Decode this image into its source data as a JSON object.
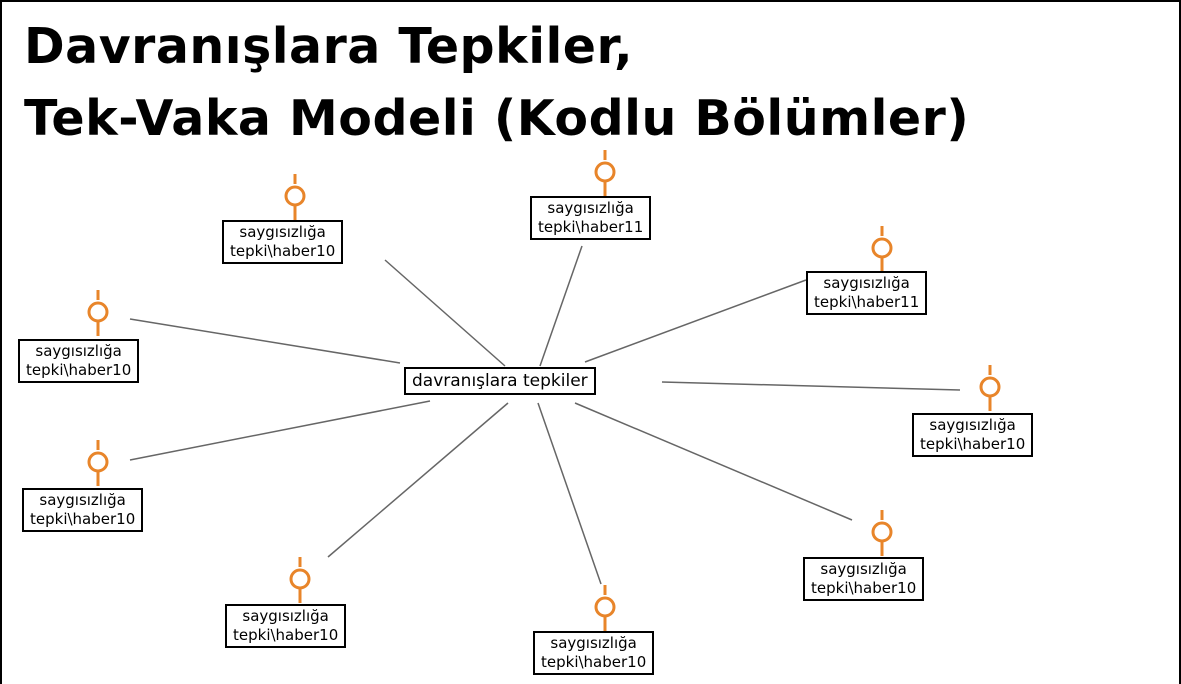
{
  "title_line1": "Davranışlara Tepkiler,",
  "title_line2": "Tek-Vaka Modeli (Kodlu Bölümler)",
  "center": {
    "label": "davranışlara tepkiler"
  },
  "nodes": [
    {
      "line1": "saygısızlığa",
      "line2": "tepki\\haber10"
    },
    {
      "line1": "saygısızlığa",
      "line2": "tepki\\haber11"
    },
    {
      "line1": "saygısızlığa",
      "line2": "tepki\\haber11"
    },
    {
      "line1": "saygısızlığa",
      "line2": "tepki\\haber10"
    },
    {
      "line1": "saygısızlığa",
      "line2": "tepki\\haber10"
    },
    {
      "line1": "saygısızlığa",
      "line2": "tepki\\haber10"
    },
    {
      "line1": "saygısızlığa",
      "line2": "tepki\\haber10"
    },
    {
      "line1": "saygısızlığa",
      "line2": "tepki\\haber10"
    },
    {
      "line1": "saygısızlığa",
      "line2": "tepki\\haber10"
    }
  ],
  "colors": {
    "code_icon": "#e8852a",
    "connector": "#666666"
  },
  "icon": "coded-segment-icon"
}
